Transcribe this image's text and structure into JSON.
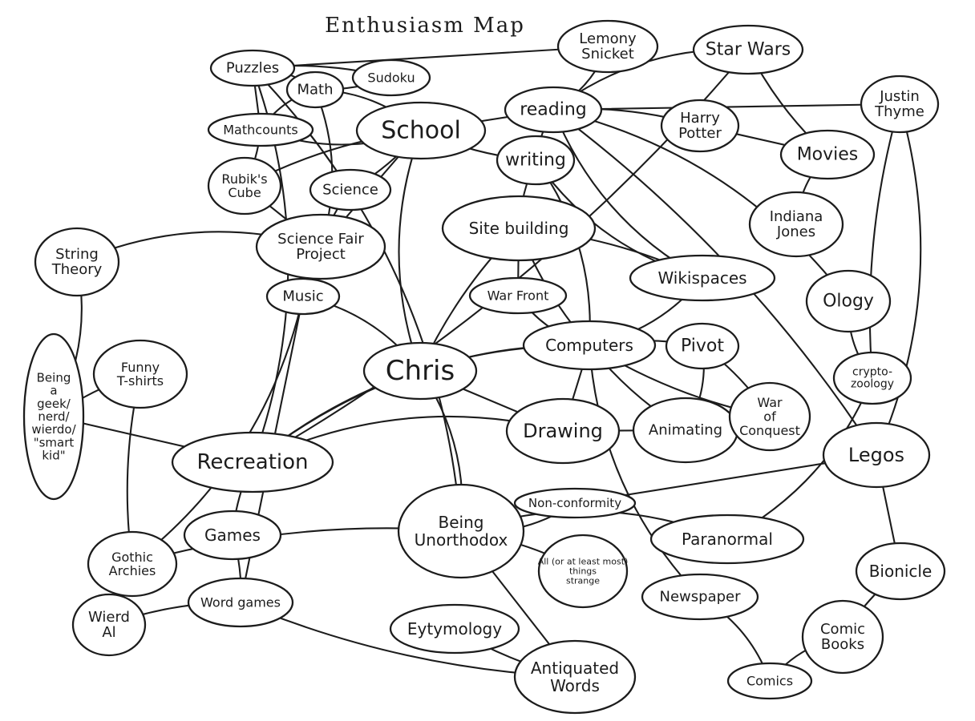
{
  "title": "Enthusiasm Map",
  "nodes": [
    {
      "id": "chris",
      "lines": [
        "Chris"
      ]
    },
    {
      "id": "school",
      "lines": [
        "School"
      ]
    },
    {
      "id": "reading",
      "lines": [
        "reading"
      ]
    },
    {
      "id": "writing",
      "lines": [
        "writing"
      ]
    },
    {
      "id": "lemony",
      "lines": [
        "Lemony",
        "Snicket"
      ]
    },
    {
      "id": "starwars",
      "lines": [
        "Star Wars"
      ]
    },
    {
      "id": "justin",
      "lines": [
        "Justin",
        "Thyme"
      ]
    },
    {
      "id": "harry",
      "lines": [
        "Harry",
        "Potter"
      ]
    },
    {
      "id": "movies",
      "lines": [
        "Movies"
      ]
    },
    {
      "id": "indiana",
      "lines": [
        "Indiana",
        "Jones"
      ]
    },
    {
      "id": "puzzles",
      "lines": [
        "Puzzles"
      ]
    },
    {
      "id": "math",
      "lines": [
        "Math"
      ]
    },
    {
      "id": "sudoku",
      "lines": [
        "Sudoku"
      ]
    },
    {
      "id": "mathcounts",
      "lines": [
        "Mathcounts"
      ]
    },
    {
      "id": "rubiks",
      "lines": [
        "Rubik's",
        "Cube"
      ]
    },
    {
      "id": "science",
      "lines": [
        "Science"
      ]
    },
    {
      "id": "sciencefair",
      "lines": [
        "Science Fair",
        "Project"
      ]
    },
    {
      "id": "string",
      "lines": [
        "String",
        "Theory"
      ]
    },
    {
      "id": "music",
      "lines": [
        "Music"
      ]
    },
    {
      "id": "sitebuilding",
      "lines": [
        "Site building"
      ]
    },
    {
      "id": "warfront",
      "lines": [
        "War Front"
      ]
    },
    {
      "id": "wikispaces",
      "lines": [
        "Wikispaces"
      ]
    },
    {
      "id": "computers",
      "lines": [
        "Computers"
      ]
    },
    {
      "id": "pivot",
      "lines": [
        "Pivot"
      ]
    },
    {
      "id": "ology",
      "lines": [
        "Ology"
      ]
    },
    {
      "id": "crypto",
      "lines": [
        "crypto-",
        "zoology"
      ]
    },
    {
      "id": "geek",
      "lines": [
        "Being",
        "a",
        "geek/",
        "nerd/",
        "wierdo/",
        "\"smart",
        "kid\""
      ]
    },
    {
      "id": "tshirts",
      "lines": [
        "Funny",
        "T-shirts"
      ]
    },
    {
      "id": "drawing",
      "lines": [
        "Drawing"
      ]
    },
    {
      "id": "animating",
      "lines": [
        "Animating"
      ]
    },
    {
      "id": "warconquest",
      "lines": [
        "War",
        "of",
        "Conquest"
      ]
    },
    {
      "id": "legos",
      "lines": [
        "Legos"
      ]
    },
    {
      "id": "recreation",
      "lines": [
        "Recreation"
      ]
    },
    {
      "id": "games",
      "lines": [
        "Games"
      ]
    },
    {
      "id": "unorthodox",
      "lines": [
        "Being",
        "Unorthodox"
      ]
    },
    {
      "id": "nonconformity",
      "lines": [
        "Non-conformity"
      ]
    },
    {
      "id": "paranormal",
      "lines": [
        "Paranormal"
      ]
    },
    {
      "id": "bionicle",
      "lines": [
        "Bionicle"
      ]
    },
    {
      "id": "gothic",
      "lines": [
        "Gothic",
        "Archies"
      ]
    },
    {
      "id": "wordgames",
      "lines": [
        "Word games"
      ]
    },
    {
      "id": "strange",
      "lines": [
        "All (or at least most)",
        "things",
        "strange"
      ]
    },
    {
      "id": "newspaper",
      "lines": [
        "Newspaper"
      ]
    },
    {
      "id": "weirdal",
      "lines": [
        "Wierd",
        "Al"
      ]
    },
    {
      "id": "etymology",
      "lines": [
        "Eytymology"
      ]
    },
    {
      "id": "antiquated",
      "lines": [
        "Antiquated",
        "Words"
      ]
    },
    {
      "id": "comicbooks",
      "lines": [
        "Comic",
        "Books"
      ]
    },
    {
      "id": "comics",
      "lines": [
        "Comics"
      ]
    }
  ],
  "edges": [
    [
      "chris",
      "school"
    ],
    [
      "chris",
      "computers"
    ],
    [
      "chris",
      "drawing"
    ],
    [
      "chris",
      "recreation"
    ],
    [
      "chris",
      "music"
    ],
    [
      "chris",
      "unorthodox"
    ],
    [
      "chris",
      "sitebuilding"
    ],
    [
      "school",
      "reading"
    ],
    [
      "school",
      "writing"
    ],
    [
      "school",
      "math"
    ],
    [
      "school",
      "mathcounts"
    ],
    [
      "school",
      "science"
    ],
    [
      "school",
      "sciencefair"
    ],
    [
      "school",
      "rubiks"
    ],
    [
      "reading",
      "lemony"
    ],
    [
      "reading",
      "starwars"
    ],
    [
      "reading",
      "harry"
    ],
    [
      "reading",
      "justin"
    ],
    [
      "reading",
      "writing"
    ],
    [
      "reading",
      "wikispaces"
    ],
    [
      "reading",
      "ology"
    ],
    [
      "reading",
      "legos"
    ],
    [
      "harry",
      "movies"
    ],
    [
      "starwars",
      "movies"
    ],
    [
      "movies",
      "indiana"
    ],
    [
      "puzzles",
      "math"
    ],
    [
      "puzzles",
      "sudoku"
    ],
    [
      "puzzles",
      "mathcounts"
    ],
    [
      "math",
      "sudoku"
    ],
    [
      "math",
      "mathcounts"
    ],
    [
      "math",
      "sciencefair"
    ],
    [
      "mathcounts",
      "rubiks"
    ],
    [
      "rubiks",
      "sciencefair"
    ],
    [
      "science",
      "sciencefair"
    ],
    [
      "sciencefair",
      "string"
    ],
    [
      "string",
      "geek"
    ],
    [
      "geek",
      "tshirts"
    ],
    [
      "geek",
      "recreation"
    ],
    [
      "writing",
      "sitebuilding"
    ],
    [
      "writing",
      "wikispaces"
    ],
    [
      "writing",
      "computers"
    ],
    [
      "sitebuilding",
      "wikispaces"
    ],
    [
      "sitebuilding",
      "warfront"
    ],
    [
      "sitebuilding",
      "computers"
    ],
    [
      "warfront",
      "computers"
    ],
    [
      "wikispaces",
      "computers"
    ],
    [
      "computers",
      "pivot"
    ],
    [
      "computers",
      "drawing"
    ],
    [
      "computers",
      "animating"
    ],
    [
      "computers",
      "newspaper"
    ],
    [
      "pivot",
      "animating"
    ],
    [
      "pivot",
      "warconquest"
    ],
    [
      "drawing",
      "animating"
    ],
    [
      "recreation",
      "games"
    ],
    [
      "recreation",
      "puzzles"
    ],
    [
      "recreation",
      "computers"
    ],
    [
      "games",
      "wordgames"
    ],
    [
      "wordgames",
      "music"
    ],
    [
      "wordgames",
      "antiquated"
    ],
    [
      "unorthodox",
      "nonconformity"
    ],
    [
      "unorthodox",
      "paranormal"
    ],
    [
      "unorthodox",
      "strange"
    ],
    [
      "unorthodox",
      "antiquated"
    ],
    [
      "unorthodox",
      "gothic"
    ],
    [
      "unorthodox",
      "puzzles"
    ],
    [
      "music",
      "gothic"
    ],
    [
      "gothic",
      "tshirts"
    ],
    [
      "gothic",
      "weirdal"
    ],
    [
      "etymology",
      "antiquated"
    ],
    [
      "ology",
      "crypto"
    ],
    [
      "crypto",
      "paranormal"
    ],
    [
      "crypto",
      "justin"
    ],
    [
      "legos",
      "bionicle"
    ],
    [
      "bionicle",
      "comicbooks"
    ],
    [
      "comicbooks",
      "comics"
    ],
    [
      "newspaper",
      "comics"
    ],
    [
      "weirdal",
      "wordgames"
    ],
    [
      "nonconformity",
      "legos"
    ],
    [
      "recreation",
      "starwars"
    ],
    [
      "drawing",
      "recreation"
    ],
    [
      "justin",
      "legos"
    ],
    [
      "warconquest",
      "computers"
    ],
    [
      "lemony",
      "puzzles"
    ]
  ]
}
